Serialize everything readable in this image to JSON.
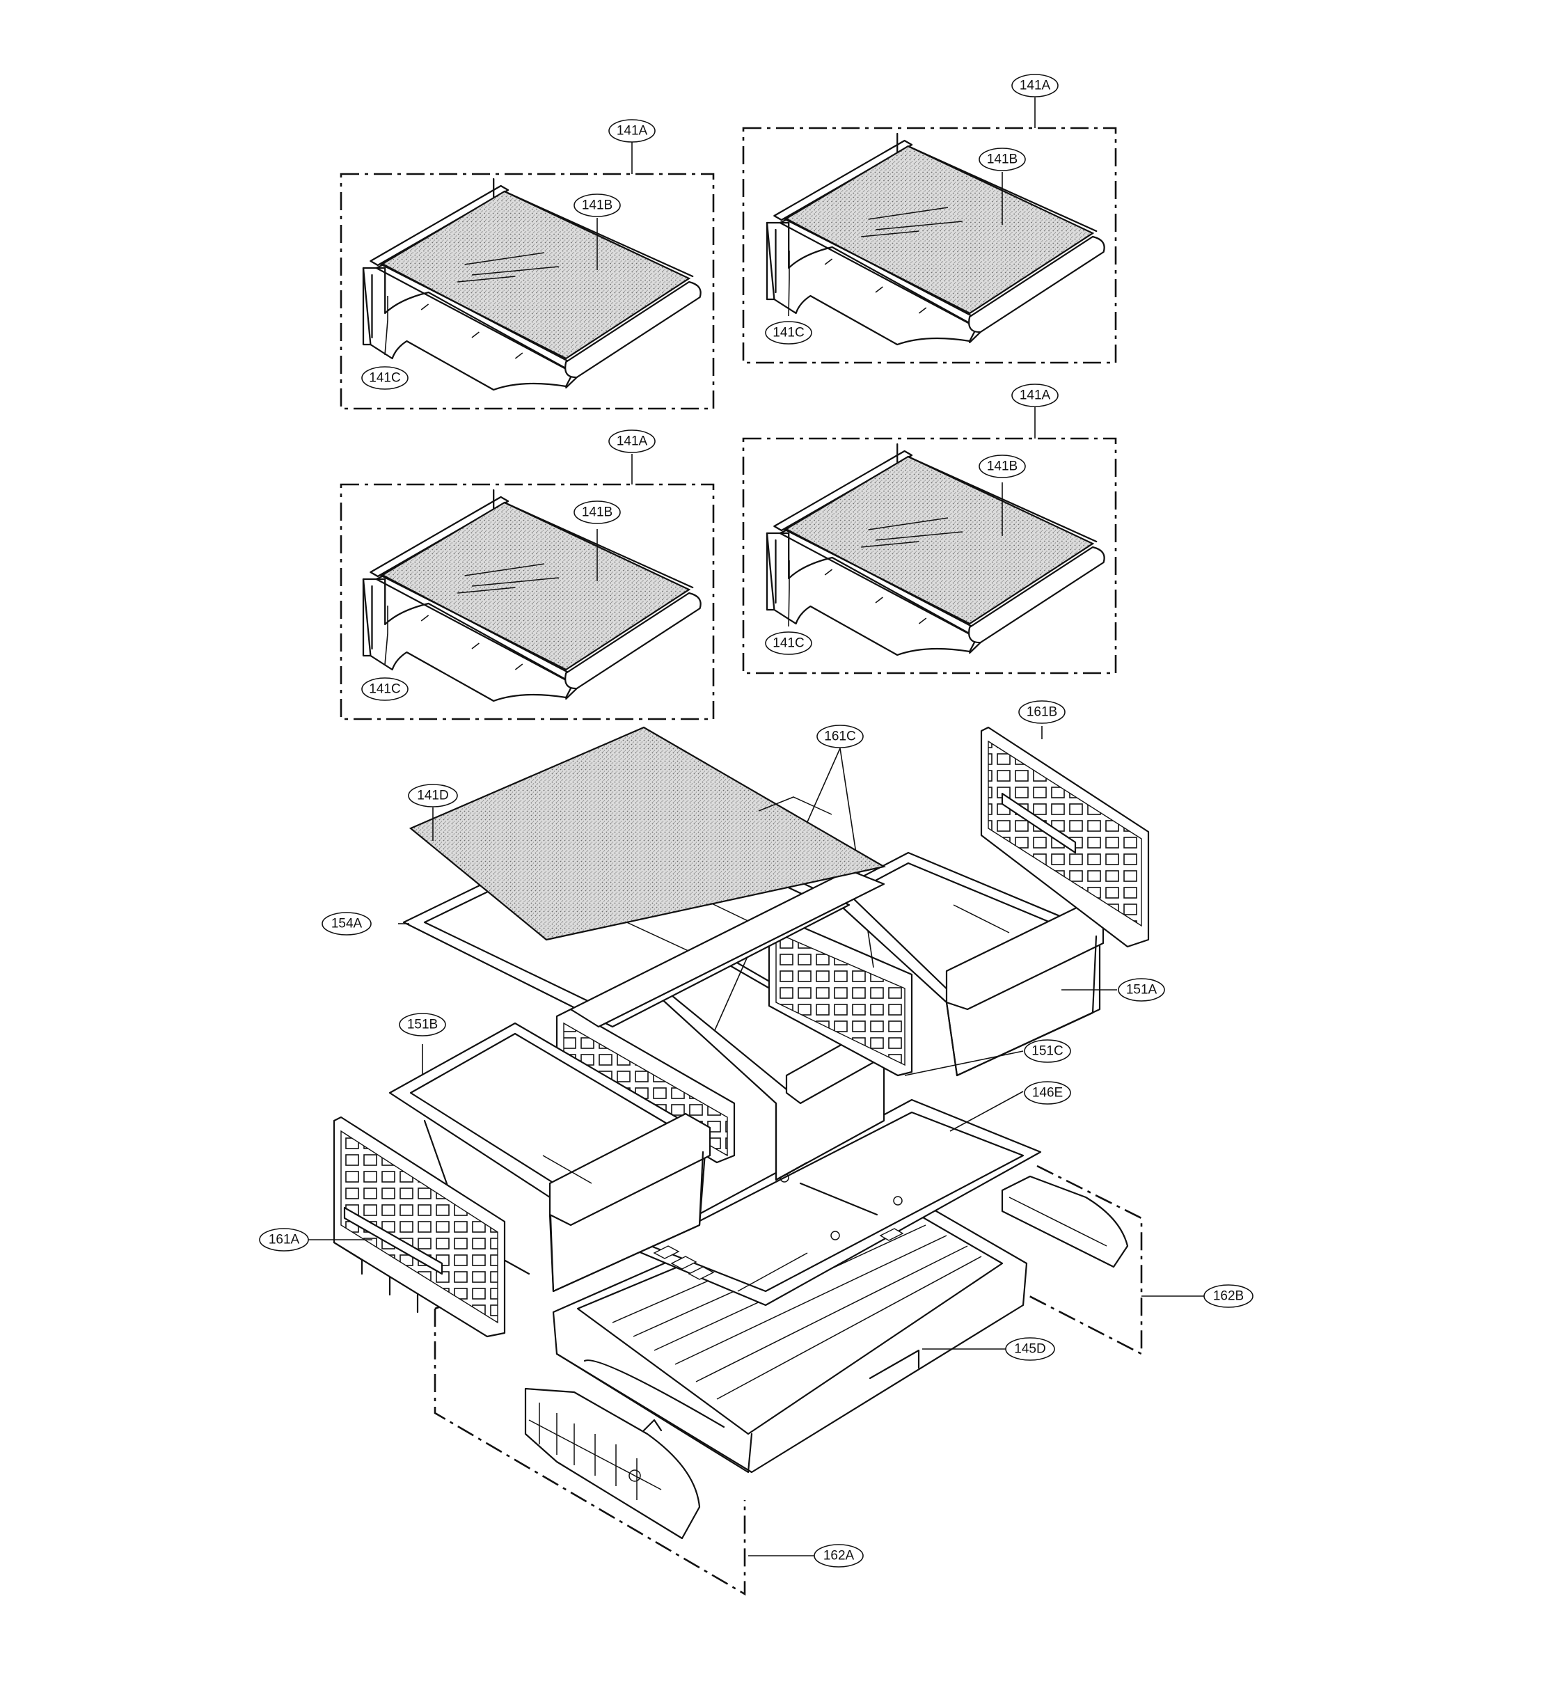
{
  "callouts": {
    "shelf1": {
      "a": "141A",
      "b": "141B",
      "c": "141C"
    },
    "shelf2": {
      "a": "141A",
      "b": "141B",
      "c": "141C"
    },
    "shelf3": {
      "a": "141A",
      "b": "141B",
      "c": "141C"
    },
    "shelf4": {
      "a": "141A",
      "b": "141B",
      "c": "141C"
    },
    "glass_cover": "141D",
    "cover_frame": "154A",
    "divider_c": "161C",
    "side_panel_b": "161B",
    "crisper_a": "151A",
    "crisper_b": "151B",
    "crisper_c": "151C",
    "base_plate": "146E",
    "side_panel_a": "161A",
    "rail_b": "162B",
    "pan": "145D",
    "rail_a": "162A"
  }
}
